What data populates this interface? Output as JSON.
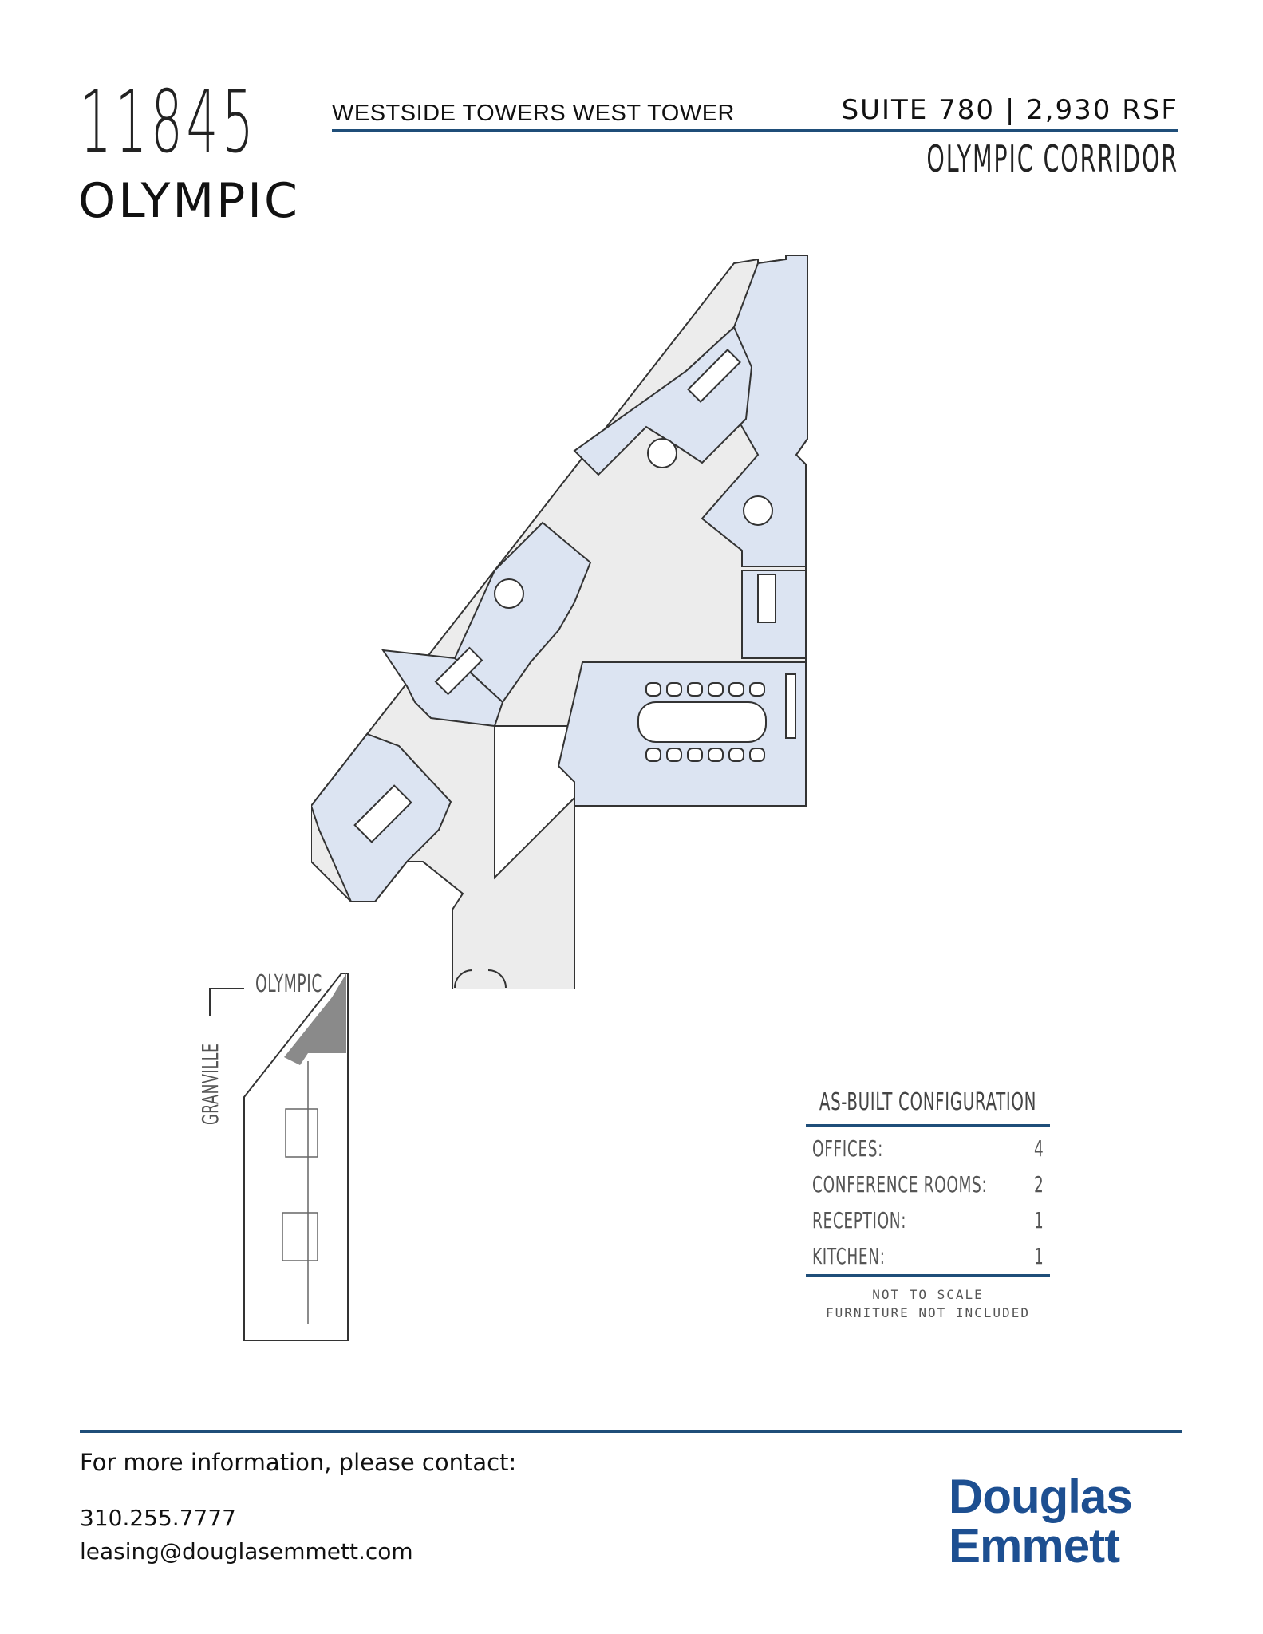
{
  "header": {
    "building_number": "11845",
    "building_name": "OLYMPIC",
    "tower": "WESTSIDE TOWERS WEST TOWER",
    "suite": "SUITE 780 | 2,930 RSF",
    "corridor": "OLYMPIC CORRIDOR"
  },
  "site_plan": {
    "street_top": "OLYMPIC",
    "street_side": "GRANVILLE"
  },
  "config": {
    "title": "AS-BUILT CONFIGURATION",
    "rows": [
      {
        "label": "OFFICES:",
        "value": "4"
      },
      {
        "label": "CONFERENCE ROOMS:",
        "value": "2"
      },
      {
        "label": "RECEPTION:",
        "value": "1"
      },
      {
        "label": "KITCHEN:",
        "value": "1"
      }
    ],
    "note_line1": "NOT TO SCALE",
    "note_line2": "FURNITURE NOT INCLUDED"
  },
  "footer": {
    "contact_heading": "For more information, please contact:",
    "phone": "310.255.7777",
    "email": "leasing@douglasemmett.com",
    "logo_line1": "Douglas",
    "logo_line2": "Emmett"
  },
  "colors": {
    "accent": "#1f4e79",
    "room_fill": "#dce4f2",
    "corridor_fill": "#ececec",
    "logo": "#1d4f91"
  }
}
